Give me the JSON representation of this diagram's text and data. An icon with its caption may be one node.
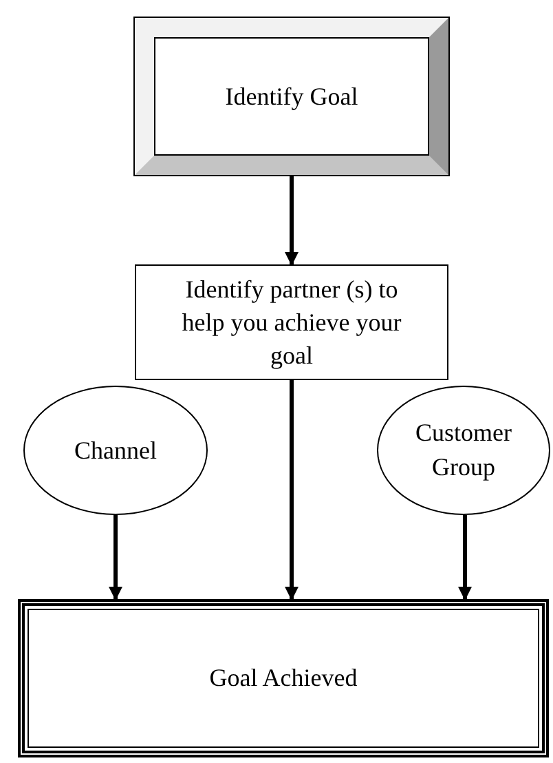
{
  "diagram": {
    "nodes": [
      {
        "text": [
          "Identify Goal"
        ]
      },
      {
        "text": [
          "Identify partner (s) to help you achieve your goal"
        ]
      },
      {
        "text": [
          "Channel"
        ]
      },
      {
        "text": [
          "Customer Group"
        ]
      },
      {
        "text": [
          "Goal Achieved"
        ]
      }
    ],
    "edges": [
      {
        "from": 0,
        "to": 1,
        "arrow": "to"
      },
      {
        "from": 2,
        "to": 4,
        "arrow": "to"
      },
      {
        "from": 1,
        "to": 4,
        "arrow": "to"
      },
      {
        "from": 3,
        "to": 4,
        "arrow": "to"
      }
    ]
  }
}
